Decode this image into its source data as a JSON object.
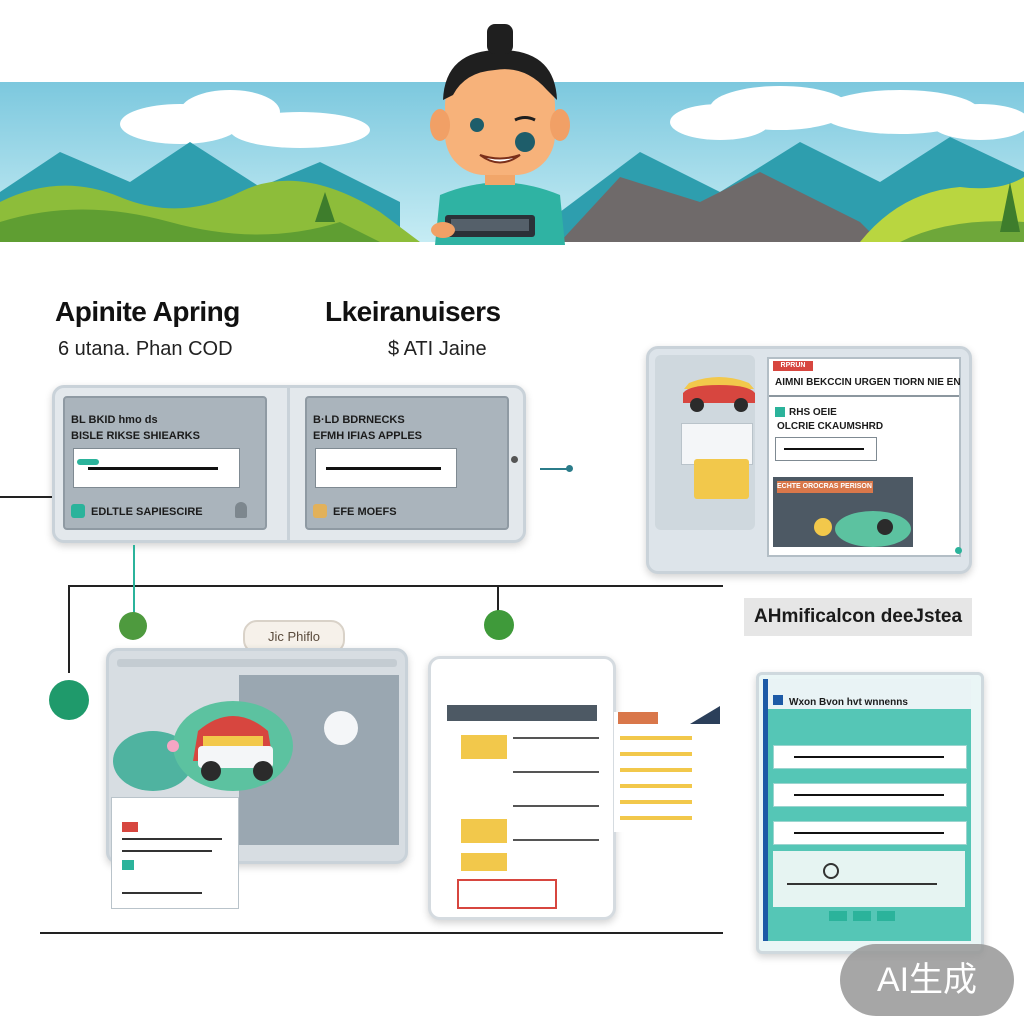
{
  "headings": {
    "left_title": "Apinite Apring",
    "left_sub": "6 utana. Phan COD",
    "right_title": "Lkeiranuisers",
    "right_sub": "$ ATI Jaine"
  },
  "top_cards": {
    "card1": {
      "line1": "BL BKID  hmo ds",
      "line2": "BISLE RIKSE SHIEARKS",
      "footer": "EDLTLE SAPIESCIRE"
    },
    "card2": {
      "line1": "B·LD BDRNECKS",
      "line2": "EFMH IFIAS APPLES",
      "footer": "EFE MOEFS"
    }
  },
  "right_window": {
    "tag": "RPRUN",
    "title": "AIMNI BEKCCIN  URGEN TIORN NIE EN",
    "row1": "RHS OEIE",
    "row2": "OLCRIE CKAUMSHRD",
    "banner_text": "ECHTE OROCRAS PERISON"
  },
  "section_label": "AHmificalcon deeJstea",
  "center_badge": "Jic Phiflo",
  "bottom_right": {
    "title": "Wxon Bvon hvt wnnenns"
  },
  "watermark": "AI生成",
  "colors": {
    "teal": "#2bb39b",
    "green_dot": "#1f9a6b",
    "sky": "#8fd3e8",
    "card_border": "#c9d2d9",
    "yellow": "#f2c84b",
    "red": "#d7463f"
  }
}
